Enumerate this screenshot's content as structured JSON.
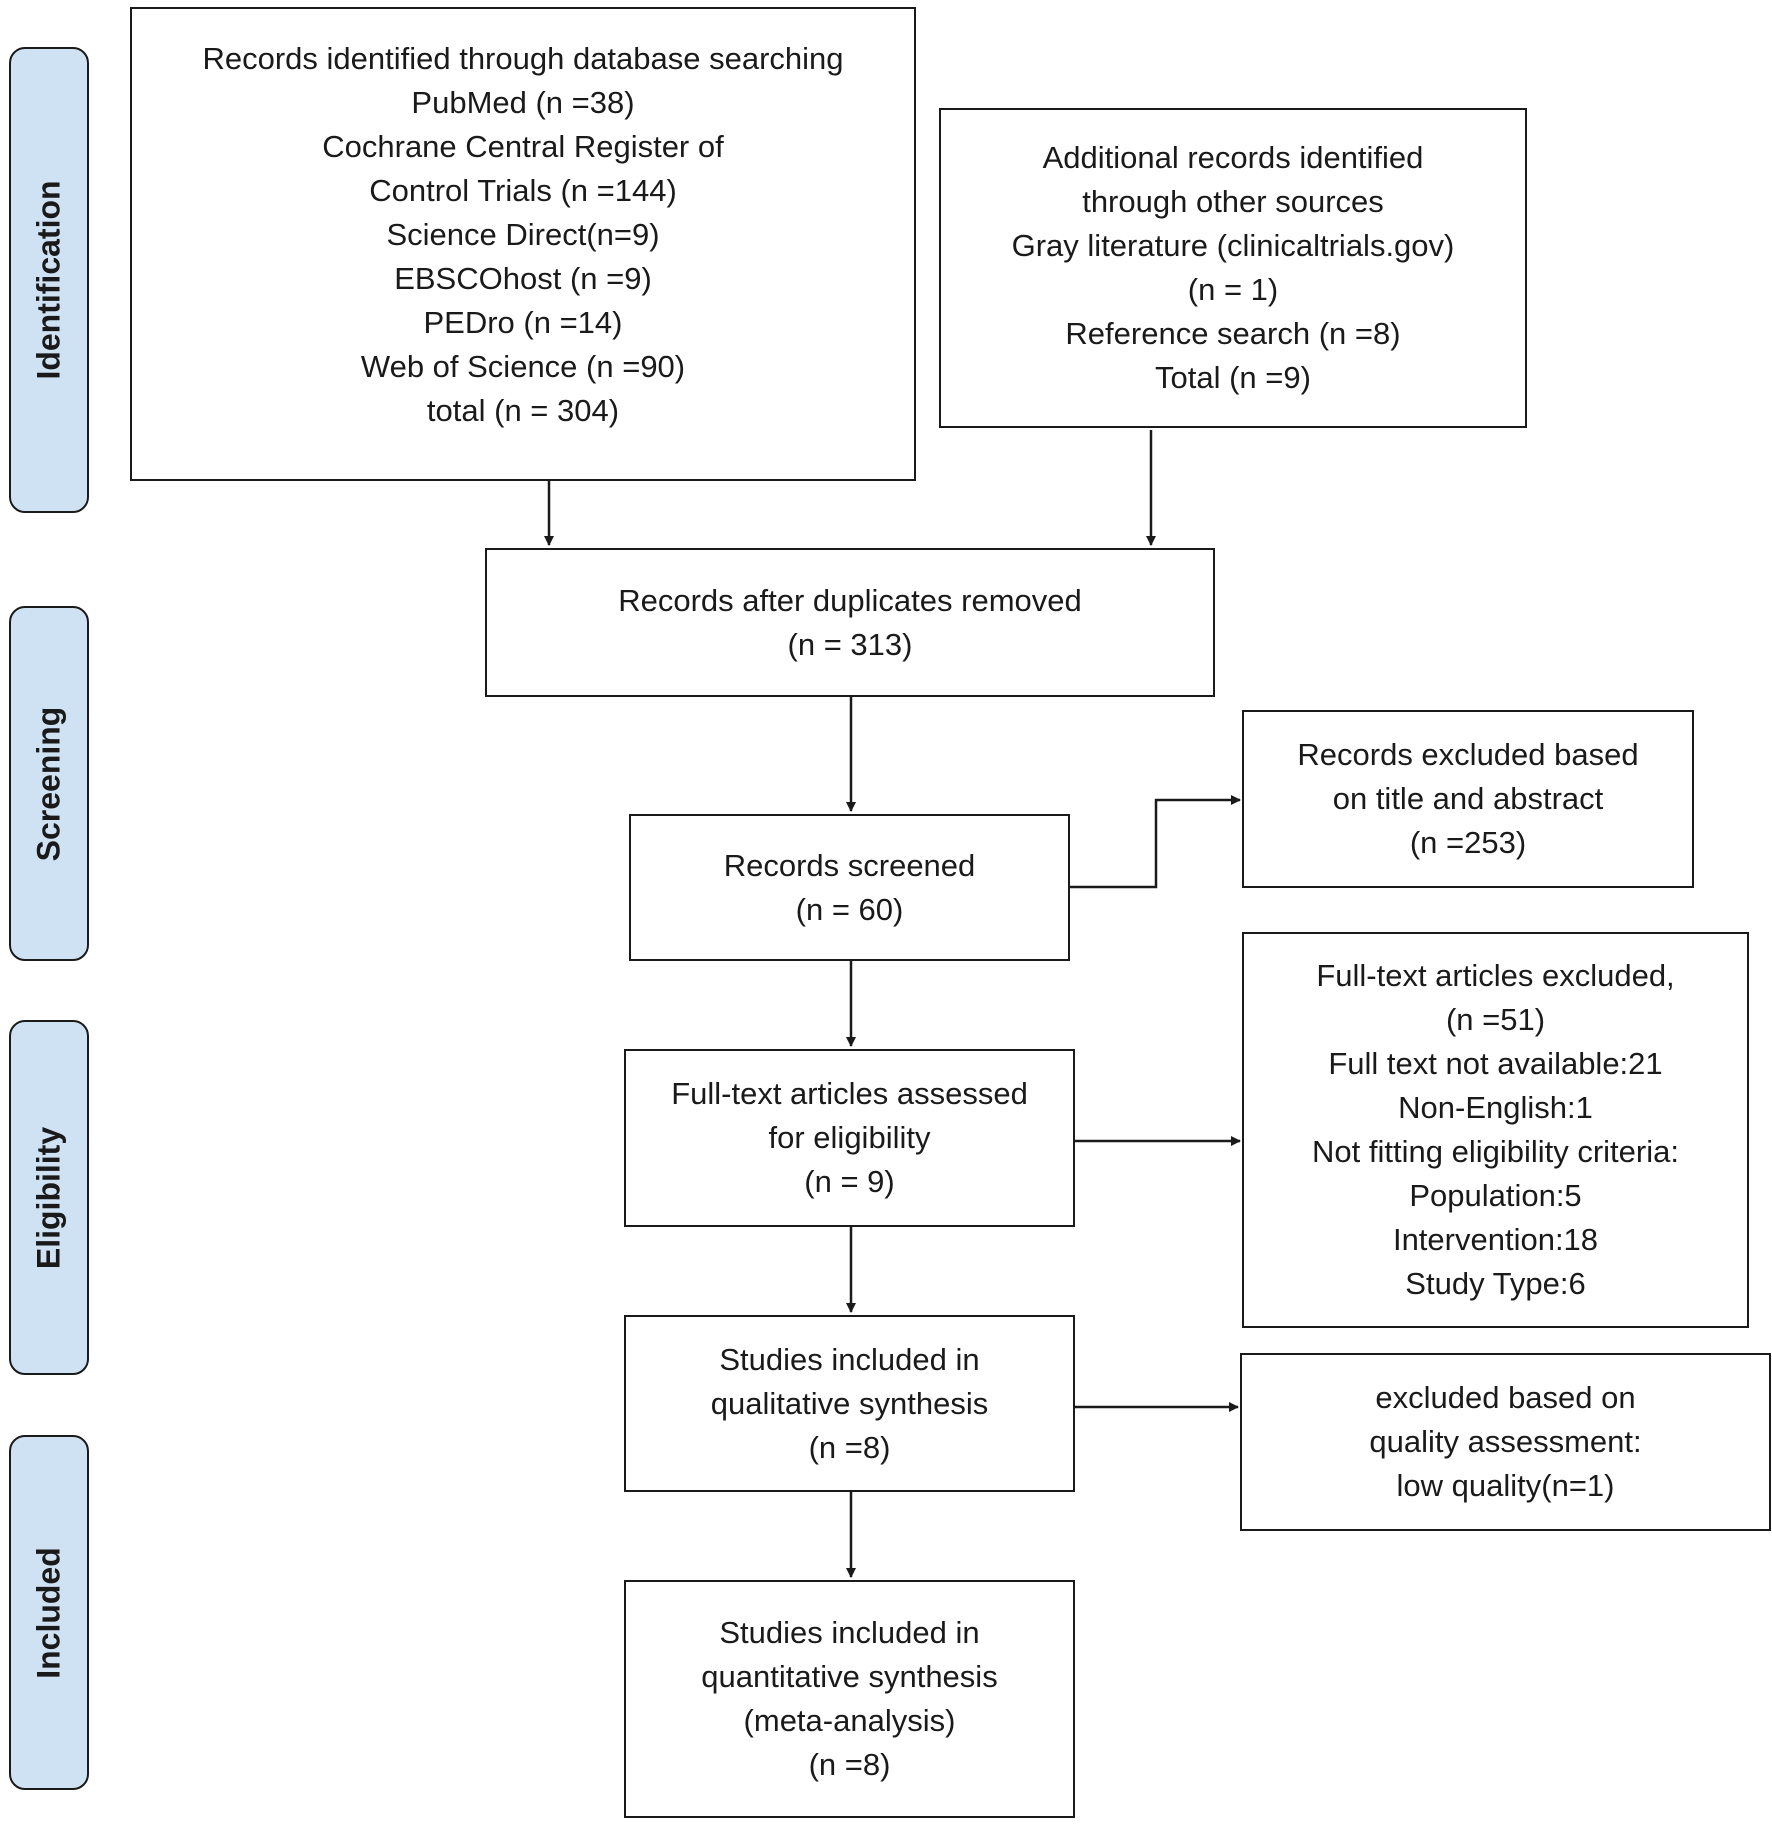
{
  "stages": {
    "identification": "Identification",
    "screening": "Screening",
    "eligibility": "Eligibility",
    "included": "Included"
  },
  "boxes": {
    "database_search": {
      "lines": [
        "Records identified through database searching",
        "PubMed (n =38)",
        "Cochrane Central Register of",
        "Control Trials (n =144)",
        "Science Direct(n=9)",
        "EBSCOhost (n =9)",
        "PEDro (n =14)",
        "Web of Science (n =90)",
        "total (n = 304)"
      ]
    },
    "other_sources": {
      "lines": [
        "Additional records identified",
        "through other sources",
        "Gray literature (clinicaltrials.gov)",
        "(n = 1)",
        "Reference search (n =8)",
        "Total (n =9)"
      ]
    },
    "duplicates_removed": {
      "lines": [
        "Records after duplicates removed",
        "(n = 313)"
      ]
    },
    "screened": {
      "lines": [
        "Records screened",
        "(n = 60)"
      ]
    },
    "excluded_title_abstract": {
      "lines": [
        "Records excluded based",
        "on title and abstract",
        "(n =253)"
      ]
    },
    "full_text_assessed": {
      "lines": [
        "Full-text articles assessed",
        "for eligibility",
        "(n = 9)"
      ]
    },
    "full_text_excluded": {
      "lines": [
        "Full-text articles excluded,",
        "(n =51)",
        "Full text not available:21",
        "Non-English:1",
        "Not fitting eligibility criteria:",
        "Population:5",
        "Intervention:18",
        "Study Type:6"
      ]
    },
    "qualitative": {
      "lines": [
        "Studies included in",
        "qualitative synthesis",
        "(n =8)"
      ]
    },
    "excluded_quality": {
      "lines": [
        "excluded based on",
        "quality assessment:",
        "low quality(n=1)"
      ]
    },
    "quantitative": {
      "lines": [
        "Studies included in",
        "quantitative synthesis",
        "(meta-analysis)",
        "(n =8)"
      ]
    }
  }
}
